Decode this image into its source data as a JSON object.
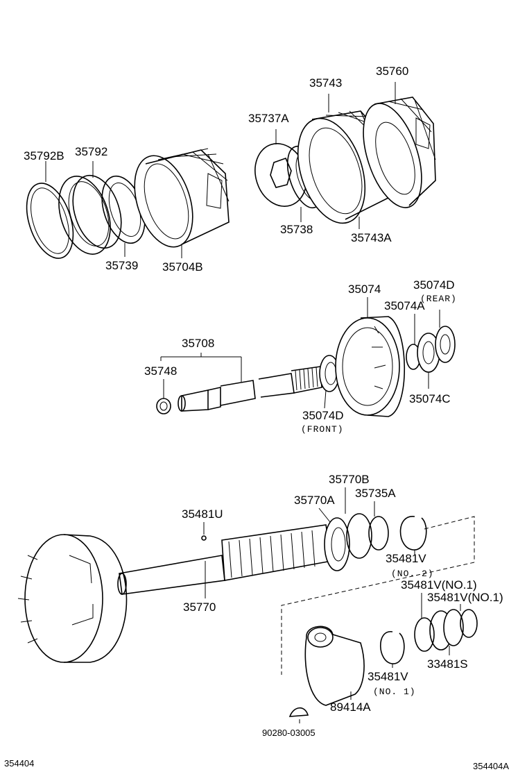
{
  "labels": {
    "p35743": "35743",
    "p35760": "35760",
    "p35737A": "35737A",
    "p35792B": "35792B",
    "p35792": "35792",
    "p35738": "35738",
    "p35743A": "35743A",
    "p35739": "35739",
    "p35704B": "35704B",
    "p35074": "35074",
    "p35074D_rear": "35074D",
    "rear_note": "(REAR)",
    "p35074A": "35074A",
    "p35708": "35708",
    "p35748": "35748",
    "p35074C": "35074C",
    "p35074D_front": "35074D",
    "front_note": "(FRONT)",
    "p35770B": "35770B",
    "p35770A": "35770A",
    "p35735A": "35735A",
    "p35481U": "35481U",
    "p35481V_no2": "35481V",
    "no2_note": "(NO. 2)",
    "p35770": "35770",
    "p35481V_no1_a": "35481V(NO.1)",
    "p35481V_no1_b": "35481V(NO.1)",
    "p33481S": "33481S",
    "p35481V_no1_c": "35481V",
    "no1_note": "(NO. 1)",
    "p89414A": "89414A",
    "p90280": "90280-03005",
    "code_left": "354404",
    "code_right": "354404A"
  }
}
